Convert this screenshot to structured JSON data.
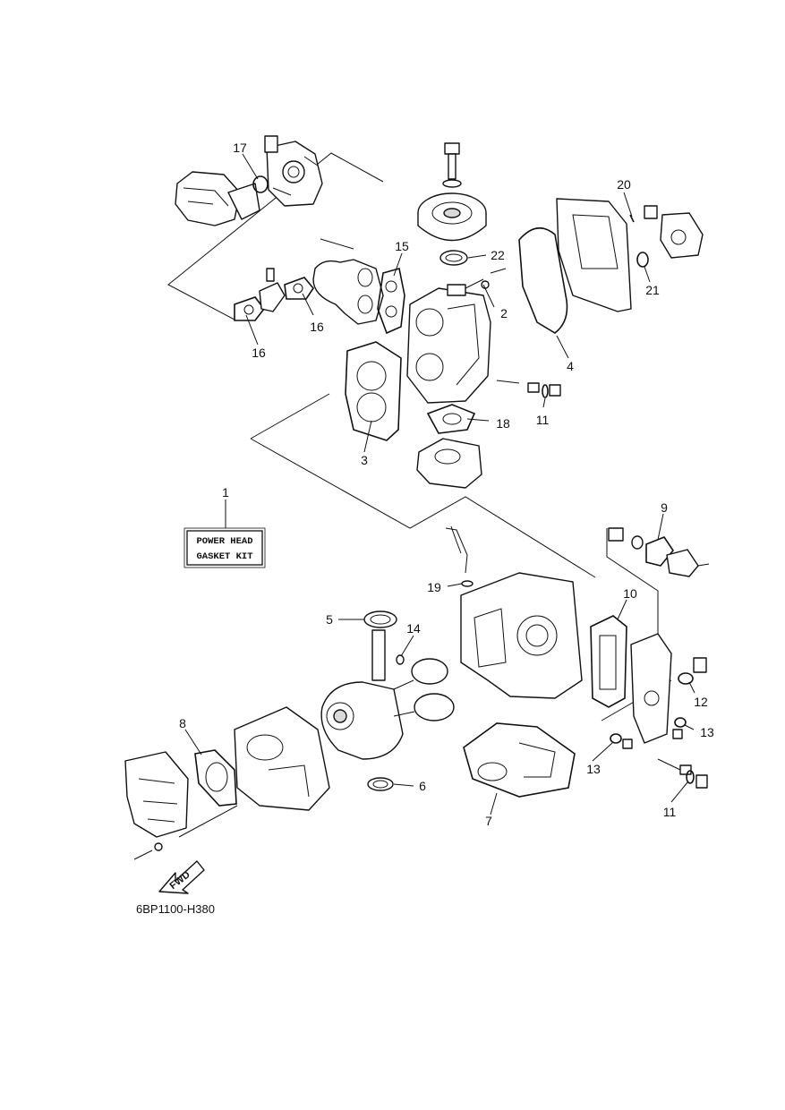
{
  "kit_label": {
    "line1": "POWER HEAD",
    "line2": "GASKET KIT"
  },
  "direction_label": "FWD",
  "reference_code": "6BP1100-H380",
  "callouts": {
    "c1": "1",
    "c2": "2",
    "c3": "3",
    "c4": "4",
    "c5": "5",
    "c6": "6",
    "c7": "7",
    "c8": "8",
    "c9": "9",
    "c10": "10",
    "c11a": "11",
    "c11b": "11",
    "c12": "12",
    "c13a": "13",
    "c13b": "13",
    "c14": "14",
    "c15": "15",
    "c16a": "16",
    "c16b": "16",
    "c17": "17",
    "c18": "18",
    "c19": "19",
    "c20": "20",
    "c21": "21",
    "c22": "22"
  }
}
